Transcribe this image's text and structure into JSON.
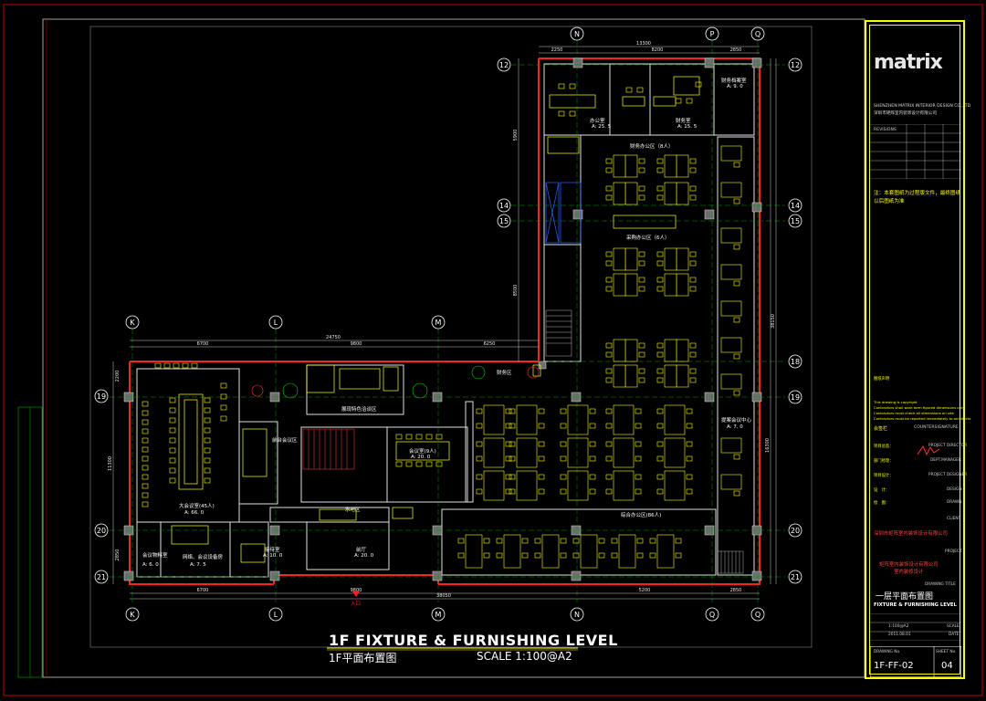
{
  "drawing": {
    "title_en": "1F FIXTURE & FURNISHING LEVEL",
    "title_cn": "1F平面布置图",
    "scale": "SCALE  1:100@A2"
  },
  "grid_labels": {
    "top": [
      "N",
      "P",
      "Q"
    ],
    "mid_top": [
      "K",
      "L",
      "M"
    ],
    "bottom": [
      "K",
      "L",
      "M",
      "N",
      "Q",
      "Q"
    ],
    "left": [
      "19",
      "20",
      "21"
    ],
    "right": [
      "12",
      "14",
      "15",
      "18",
      "19",
      "20",
      "21"
    ],
    "left_upper": [
      "12",
      "14",
      "15"
    ]
  },
  "dimensions": {
    "top_total": "13300",
    "top_a": "2250",
    "top_b": "8200",
    "top_c": "2850",
    "mid_total": "24750",
    "mid_a": "6700",
    "mid_b": "9800",
    "mid_c": "6250",
    "bottom_a": "6700",
    "bottom_b": "9800",
    "bottom_c": "38050",
    "bottom_d": "5200",
    "bottom_e": "2850",
    "left_a": "2200",
    "left_b": "11300",
    "left_c": "2850",
    "right_a": "5900",
    "right_b": "8500",
    "right_c": "38150",
    "right_d": "16300"
  },
  "rooms": {
    "office": "办公室",
    "office_area": "A: 25. 5",
    "finance_room": "财务室",
    "finance_area": "A: 15. 5",
    "archive": "财务档案室",
    "archive_area": "A: 9. 0",
    "finance_open": "财务办公区（8人）",
    "purchasing_open": "采购办公区（6人）",
    "big_meeting": "大会议室(45人)",
    "big_meeting_area": "A: 66. 0",
    "showcase": "展现特色洽谈区",
    "front_meeting": "前台会议区",
    "meeting9": "会议室(9人)",
    "meeting9_area": "A: 20. 0",
    "water_bar": "水吧区",
    "hall": "前厅",
    "hall_area": "A: 20. 0",
    "reception": "接待室",
    "reception_area": "A: 10. 0",
    "storage": "会议物料室",
    "storage_area": "A: 6. 0",
    "network": "网络、会议设备房",
    "network_area": "A: 7. 5",
    "general_open": "综合办公区(86人)",
    "negotiation": "提案会议中心",
    "negotiation_area": "A: 7. 0",
    "entrance": "入口",
    "seal": "财务区"
  },
  "title_block": {
    "logo": "matrix",
    "company_en": "SHENZHEN MATRIX INTERIOR DESIGN CO.,LTD",
    "company_cn": "深圳市矩阵室内装饰设计有限公司",
    "revisions": "REVISIONS",
    "note": "注：本套图纸为过程版文件，最终图纸以后图纸为准",
    "disclaimer_head": "图纸声明",
    "disclaimer_1": "This drawing is copyright",
    "disclaimer_2": "Contractors shall work form figured dimensions only",
    "disclaimer_3": "Contractors must check all dimensions on site",
    "disclaimer_4": "Contractors must be reported immediately to architects",
    "countersig_cn": "会签栏",
    "countersig_en": "COUNTERSIGNATURE",
    "roles": [
      "PROJECT DIRECTOR",
      "DEPT.MANAGER",
      "PROJECT DESIGNER",
      "DESIGN",
      "DRAWN"
    ],
    "role_cn": [
      "项目总监：",
      "部门经理：",
      "项目设计：",
      "设　计：",
      "绘　图："
    ],
    "client_label": "CLIENT",
    "client_cn": "深圳市矩阵室内装饰设计有限公司",
    "project_label": "PROJECT",
    "project_cn_1": "矩阵室内装饰设计有限公司",
    "project_cn_2": "室内装修设计",
    "drawing_title_label": "DRAWING TITLE",
    "drawing_title_cn": "一层平面布置图",
    "drawing_title_en": "FIXTURE & FURNISHING LEVEL",
    "scale_label": "SCALE",
    "scale_value": "1:100@A2",
    "date_label": "DATE",
    "date_value": "2011.08.01",
    "drawing_no_label": "DRAWING No.",
    "sheet_no_label": "SHEET No.",
    "drawing_no": "1F-FF-02",
    "sheet_no": "04"
  }
}
